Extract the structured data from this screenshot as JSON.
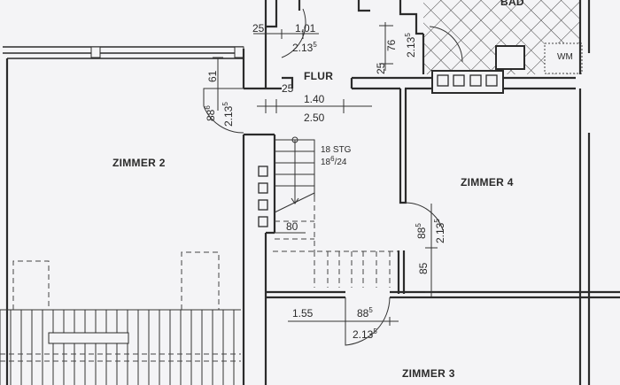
{
  "rooms": {
    "zimmer2": "ZIMMER 2",
    "zimmer3": "ZIMMER 3",
    "zimmer4": "ZIMMER 4",
    "flur": "FLUR",
    "bad": "BAD",
    "wm": "WM"
  },
  "stairs": {
    "steps": "18 STG",
    "ratio_main": "18",
    "ratio_sup": "6",
    "ratio_rest": "/24",
    "width": "80"
  },
  "dimensions": {
    "flur_top_wall": "25",
    "flur_door_width": "1.01",
    "flur_door_height": "2.13",
    "flur_door_height_sup": "5",
    "bad_door_width": "76",
    "bad_door_height": "2.13",
    "bad_door_height_sup": "5",
    "bad_wall": "25",
    "flur_corner_wall": "25",
    "flur_inner_width": "1.40",
    "flur_total_width": "2.50",
    "z2_wall_offset": "61",
    "z2_door_width": "88",
    "z2_door_width_sup": "6",
    "z2_door_height": "2.13",
    "z2_door_height_sup": "5",
    "z4_door_width": "88",
    "z4_door_width_sup": "5",
    "z4_door_height": "2.13",
    "z4_door_height_sup": "5",
    "z4_wall": "85",
    "z3_wall_length": "1.55",
    "z3_door_width": "88",
    "z3_door_width_sup": "5",
    "z3_door_height": "2.13",
    "z3_door_height_sup": "5"
  }
}
